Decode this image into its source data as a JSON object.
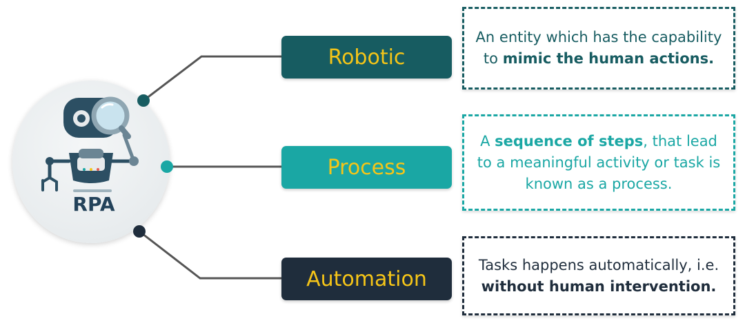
{
  "center": {
    "label": "RPA"
  },
  "terms": [
    {
      "label": "Robotic",
      "color": "#175c61"
    },
    {
      "label": "Process",
      "color": "#1aa7a4"
    },
    {
      "label": "Automation",
      "color": "#1f2d3c"
    }
  ],
  "definitions": [
    {
      "pre": "An entity which has the capability to ",
      "bold": "mimic the human actions.",
      "post": ""
    },
    {
      "pre": "A ",
      "bold": "sequence of steps",
      "post": ", that lead to a meaningful activity or task is known as a process."
    },
    {
      "pre": "Tasks happens automatically, i.e. ",
      "bold": "without human intervention.",
      "post": ""
    }
  ],
  "colors": {
    "teal_dark": "#175c61",
    "teal_light": "#1aa7a4",
    "navy": "#1f2d3c",
    "term_text": "#f5c518",
    "connector": "#555555"
  },
  "icons": [
    "robot-icon",
    "magnifier-icon"
  ]
}
